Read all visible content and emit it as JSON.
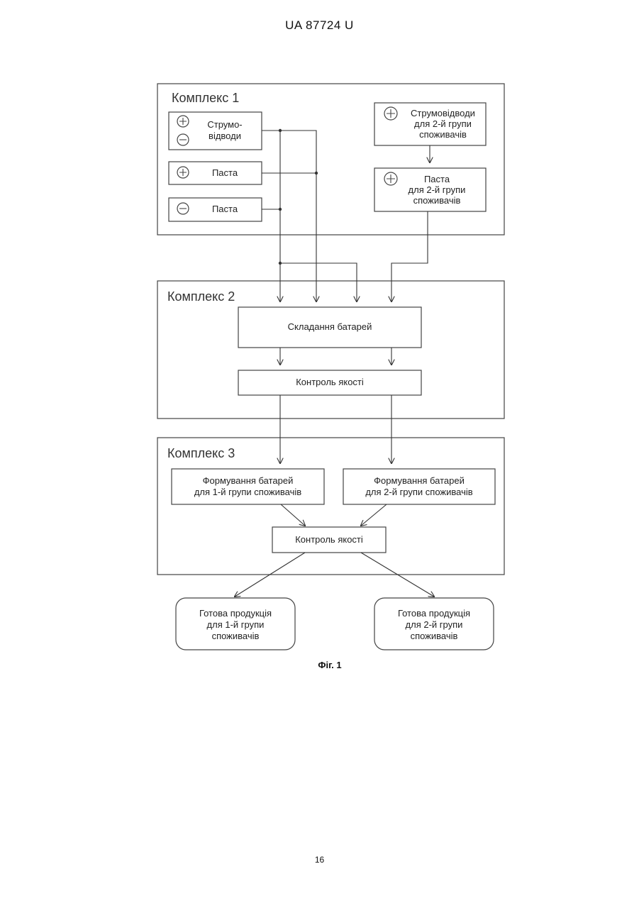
{
  "header": {
    "doc_number": "UA   87724   U"
  },
  "page_number": "16",
  "figure_caption": "Фіг. 1",
  "complexes": {
    "c1": "Комплекс 1",
    "c2": "Комплекс 2",
    "c3": "Комплекс 3"
  },
  "boxes": {
    "strumo": {
      "line1": "Струмо-",
      "line2": "відводи",
      "signs": [
        "+",
        "−"
      ]
    },
    "pasta_pos": {
      "label": "Паста",
      "sign": "+"
    },
    "pasta_neg": {
      "label": "Паста",
      "sign": "−"
    },
    "strumo2": {
      "line1": "Струмовідводи",
      "line2": "для 2-й групи",
      "line3": "споживачів",
      "sign": "+"
    },
    "pasta2": {
      "line1": "Паста",
      "line2": "для 2-й групи",
      "line3": "споживачів",
      "sign": "+"
    },
    "assembly": "Складання батарей",
    "qc1": "Контроль якості",
    "form1": {
      "line1": "Формування батарей",
      "line2": "для 1-й групи споживачів"
    },
    "form2": {
      "line1": "Формування батарей",
      "line2": "для 2-й групи споживачів"
    },
    "qc2": "Контроль якості",
    "out1": {
      "line1": "Готова продукція",
      "line2": "для 1-й групи",
      "line3": "споживачів"
    },
    "out2": {
      "line1": "Готова продукція",
      "line2": "для 2-й групи",
      "line3": "споживачів"
    }
  }
}
